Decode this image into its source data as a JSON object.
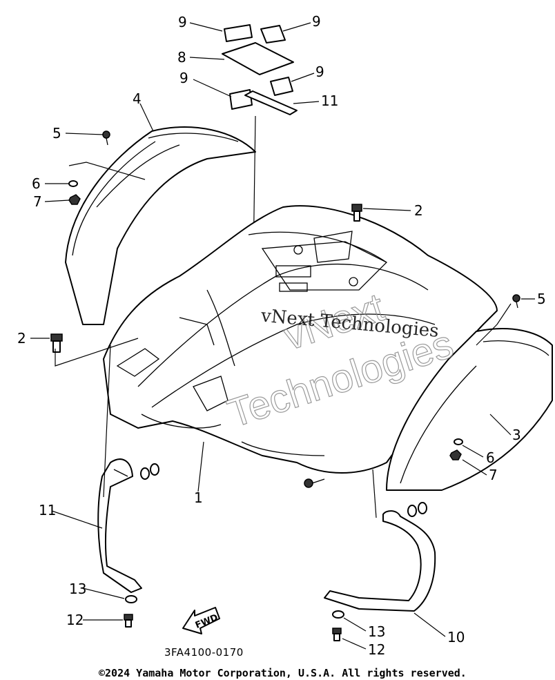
{
  "callouts": {
    "c1": "1",
    "c2_top": "2",
    "c2_left": "2",
    "c3": "3",
    "c4": "4",
    "c5_left": "5",
    "c5_right": "5",
    "c6_left": "6",
    "c6_right": "6",
    "c7_left": "7",
    "c7_right": "7",
    "c8": "8",
    "c9_a": "9",
    "c9_b": "9",
    "c9_c": "9",
    "c9_d": "9",
    "c10": "10",
    "c11_top": "11",
    "c11_left": "11",
    "c12_left": "12",
    "c12_right": "12",
    "c13_left": "13",
    "c13_right": "13"
  },
  "fwd_label": "FWD",
  "diagram_code": "3FA4100-0170",
  "copyright": "©2024 Yamaha Motor Corporation, U.S.A. All rights reserved.",
  "watermark": {
    "line": "vNext Technologies",
    "outline_1": "vNext",
    "outline_2": "Technologies"
  }
}
